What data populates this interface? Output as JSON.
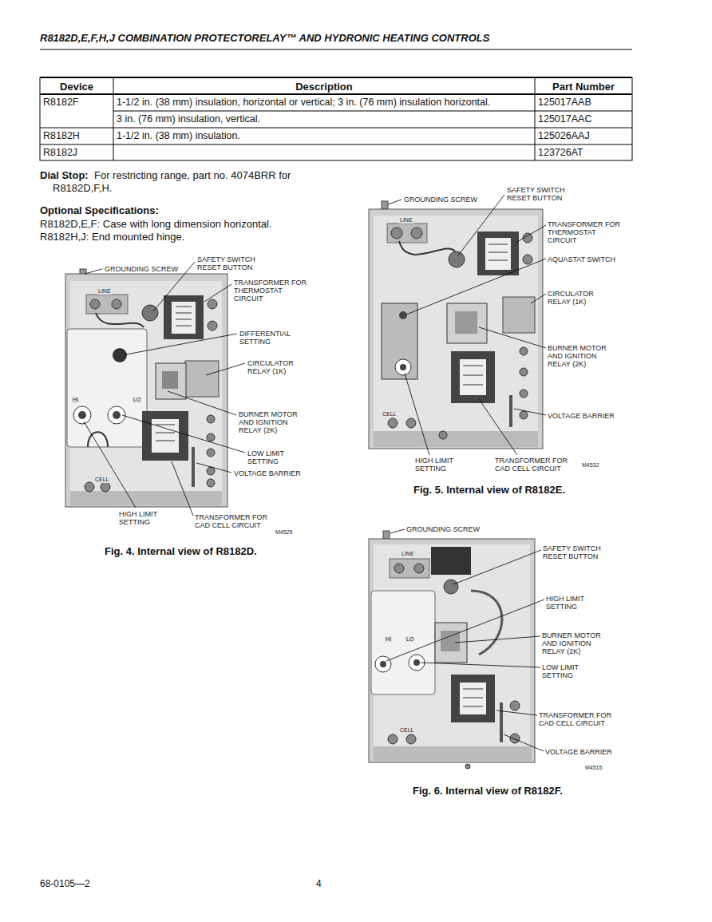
{
  "diagram": {
    "title": "R8182D,E,F,H,J COMBINATION PROTECTORELAY™ AND HYDRONIC HEATING CONTROLS",
    "labels": [
      "Device",
      "Description",
      "Part Number",
      "R8182F",
      "1-1/2 in. (38 mm) insulation, horizontal or vertical; 3 in. (76 mm) insulation horizontal.",
      "125017AAB",
      "3 in. (76 mm) insulation, vertical.",
      "125017AAC",
      "R8182H",
      "1-1/2 in. (38 mm) insulation.",
      "125026AAJ",
      "R8182J",
      "123726AT",
      "Dial Stop:",
      "For restricting range, part no. 4074BRR for R8182D,F,H.",
      "Optional Specifications:",
      "R8182D,E,F: Case with long dimension horizontal.",
      "R8182H,J: End mounted hinge.",
      "GROUNDING SCREW",
      "SAFETY SWITCH RESET BUTTON",
      "TRANSFORMER FOR THERMOSTAT CIRCUIT",
      "DIFFERENTIAL SETTING",
      "CIRCULATOR RELAY (1K)",
      "BURNER MOTOR AND IGNITION RELAY (2K)",
      "LOW LIMIT SETTING",
      "VOLTAGE BARRIER",
      "HIGH LIMIT SETTING",
      "TRANSFORMER FOR CAD CELL CIRCUIT",
      "M4525",
      "Fig. 4. Internal view of R8182D.",
      "GROUNDING SCREW",
      "SAFETY SWITCH RESET BUTTON",
      "TRANSFORMER FOR THERMOSTAT CIRCUIT",
      "AQUASTAT SWITCH",
      "CIRCULATOR RELAY (1K)",
      "BURNER MOTOR AND IGNITION RELAY (2K)",
      "VOLTAGE BARRIER",
      "HIGH LIMIT SETTING",
      "TRANSFORMER FOR CAD CELL CIRCUIT",
      "M4532",
      "Fig. 5. Internal view of R8182E.",
      "GROUNDING SCREW",
      "SAFETY SWITCH RESET BUTTON",
      "HIGH LIMIT SETTING",
      "BURNER MOTOR AND IGNITION RELAY (2K)",
      "LOW LIMIT SETTING",
      "TRANSFORMER FOR CAD CELL CIRCUIT",
      "VOLTAGE BARRIER",
      "M4515",
      "Fig. 6. Internal view of R8182F.",
      "68-0105—2",
      "4",
      "LINE",
      "CELL",
      "HI",
      "LO",
      "LINE",
      "CELL",
      "LINE",
      "CELL",
      "HI",
      "LO"
    ]
  }
}
